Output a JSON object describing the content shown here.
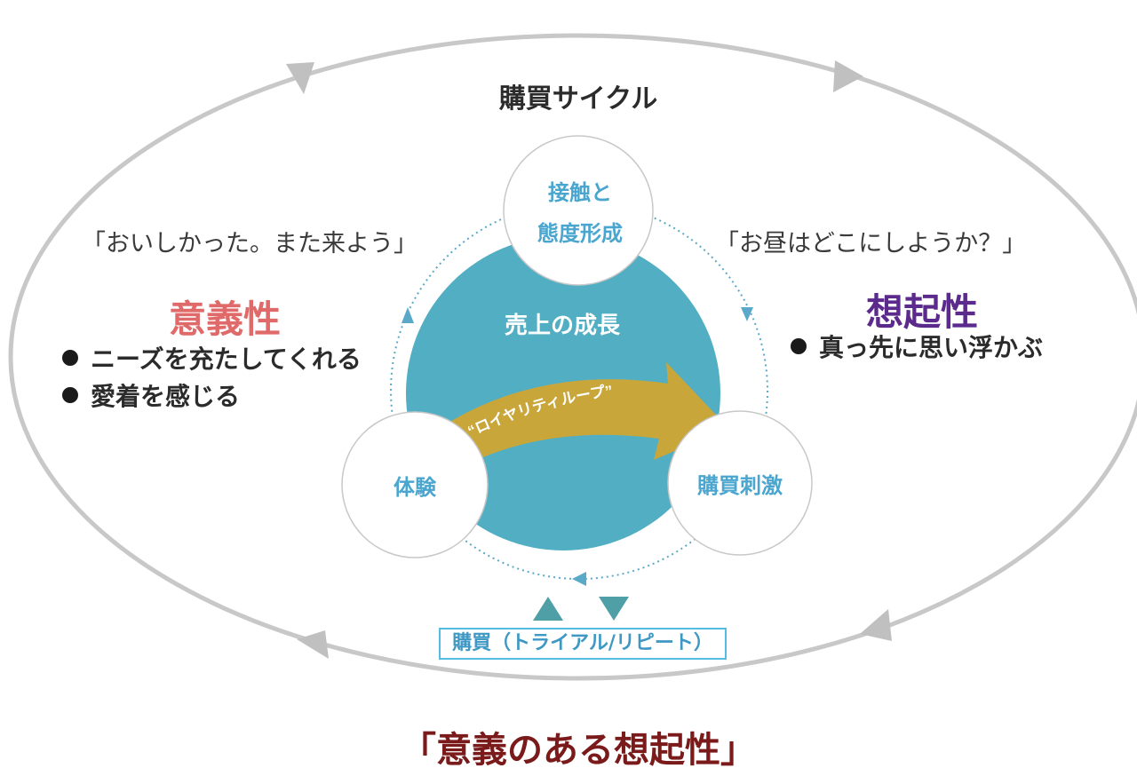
{
  "cycle_title": "購買サイクル",
  "left": {
    "quote": "「おいしかった。また来よう」",
    "heading": "意義性",
    "heading_color": "#e06a6a",
    "bullets": [
      "ニーズを充たしてくれる",
      "愛着を感じる"
    ]
  },
  "right": {
    "quote": "「お昼はどこにしようか？」",
    "heading": "想起性",
    "heading_color": "#5b2a8c",
    "bullets": [
      "真っ先に思い浮かぶ"
    ]
  },
  "center": {
    "growth_label": "売上の成長",
    "loop_label": "“ロイヤリティループ”",
    "nodes": {
      "contact": [
        "接触と",
        "態度形成"
      ],
      "experience": "体験",
      "stimulus": "購買刺激"
    }
  },
  "purchase_label": "購買（トライアル/リピート）",
  "bottom_title": "「意義のある想起性」",
  "colors": {
    "teal": "#52aec3",
    "gold": "#c9a63a",
    "ring": "#c8c8c8",
    "node_text": "#4aa6cf",
    "purchase_triangle": "#4f9fa6"
  }
}
